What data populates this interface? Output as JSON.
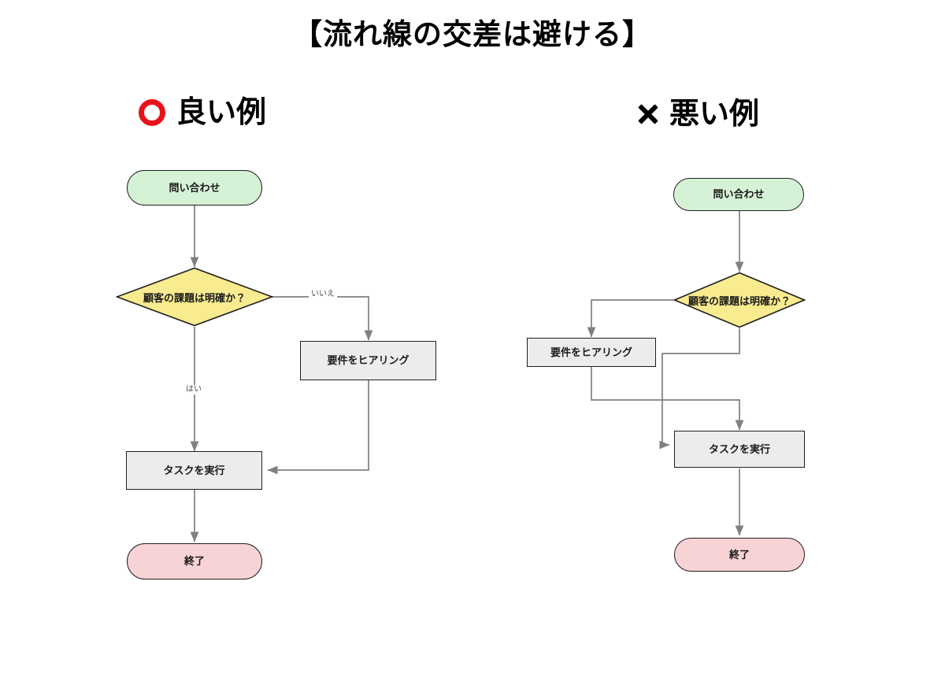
{
  "slide": {
    "title": "【流れ線の交差は避ける】"
  },
  "columns": {
    "good": {
      "mark": "circle-mark-icon",
      "label": "良い例"
    },
    "bad": {
      "mark": "cross-mark-icon",
      "label": "悪い例"
    }
  },
  "colors": {
    "start_fill": "#d6f2d6",
    "end_fill": "#f8d3d6",
    "decision_fill": "#f9eb8f",
    "process_fill": "#ececec",
    "node_stroke": "#1f1f1f",
    "edge_stroke": "#808080",
    "good_mark": "#e8131a",
    "bad_mark": "#000000",
    "background": "#ffffff"
  },
  "good_flow": {
    "nodes": {
      "start": "問い合わせ",
      "decision": "顧客の課題は明確か？",
      "hearing": "要件をヒアリング",
      "task": "タスクを実行",
      "end": "終了"
    },
    "edge_labels": {
      "no": "いいえ",
      "yes": "はい"
    }
  },
  "bad_flow": {
    "nodes": {
      "start": "問い合わせ",
      "decision": "顧客の課題は明確か？",
      "hearing": "要件をヒアリング",
      "task": "タスクを実行",
      "end": "終了"
    },
    "edge_labels": {
      "no": "",
      "yes": ""
    }
  }
}
